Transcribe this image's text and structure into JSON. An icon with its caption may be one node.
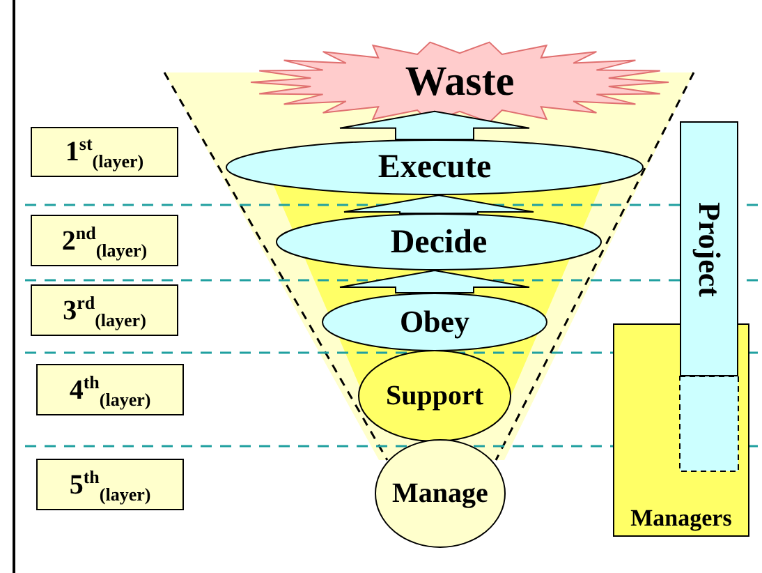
{
  "diagram": {
    "nodes": [
      {
        "text": [
          "Waste"
        ]
      },
      {
        "text": [
          "Execute"
        ]
      },
      {
        "text": [
          "Decide"
        ]
      },
      {
        "text": [
          "Obey"
        ]
      },
      {
        "text": [
          "Support"
        ]
      },
      {
        "text": [
          "Manage"
        ]
      },
      {
        "text": [
          "Project"
        ]
      },
      {
        "text": [
          "Managers"
        ]
      },
      {
        "text": [
          "1$^{st}$$_{(layer)}$"
        ]
      },
      {
        "text": [
          "2$^{nd}$$_{(layer)}$"
        ]
      },
      {
        "text": [
          "3$^{rd}$$_{(layer)}$"
        ]
      },
      {
        "text": [
          "4$^{th}$$_{(layer)}$"
        ]
      },
      {
        "text": [
          "5$^{th}$$_{(layer)}$"
        ]
      }
    ],
    "edges": [
      {
        "from": 1,
        "to": 0,
        "arrow": "to"
      },
      {
        "from": 2,
        "to": 1,
        "arrow": "to"
      },
      {
        "from": 3,
        "to": 2,
        "arrow": "to"
      }
    ]
  }
}
